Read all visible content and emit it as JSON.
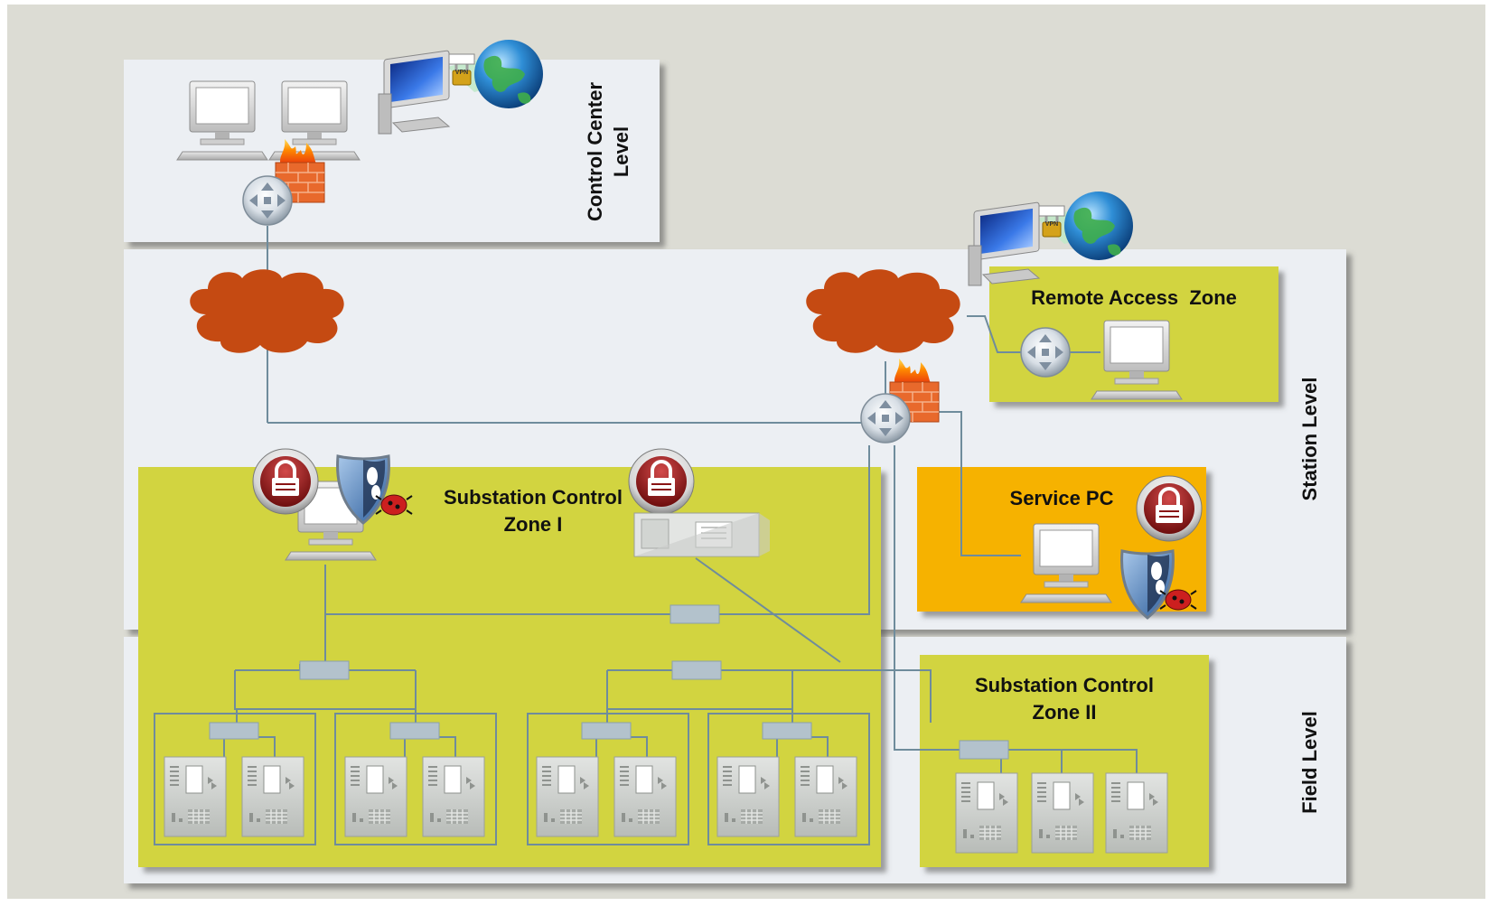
{
  "levels": {
    "control_center": "Control Center\nLevel",
    "station": "Station Level",
    "field": "Field Level"
  },
  "zones": {
    "remote_access": "Remote Access  Zone",
    "substation_1": "Substation Control\nZone I",
    "service_pc": "Service PC",
    "substation_2": "Substation Control\nZone II"
  },
  "icon_text": {
    "vpn": "VPN"
  },
  "colors": {
    "background": "#dcdcd4",
    "level_panel": "#eceff3",
    "zone_green": "#d2d43f",
    "zone_orange": "#f6b200",
    "cloud": "#c8490f",
    "line": "#6f8c9c"
  }
}
